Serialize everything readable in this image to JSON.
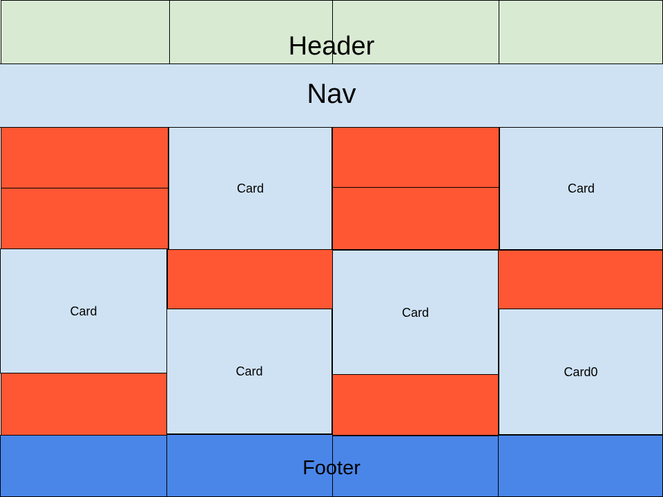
{
  "header": {
    "label": "Header"
  },
  "nav": {
    "label": "Nav"
  },
  "footer": {
    "label": "Footer"
  },
  "cards": [
    "Card",
    "Card",
    "Card",
    "Card",
    "Card",
    "Card0"
  ],
  "colors": {
    "header": "#d9ead3",
    "nav": "#cfe2f3",
    "card": "#cfe2f3",
    "filler": "#ff5733",
    "footer": "#4a86e8"
  }
}
